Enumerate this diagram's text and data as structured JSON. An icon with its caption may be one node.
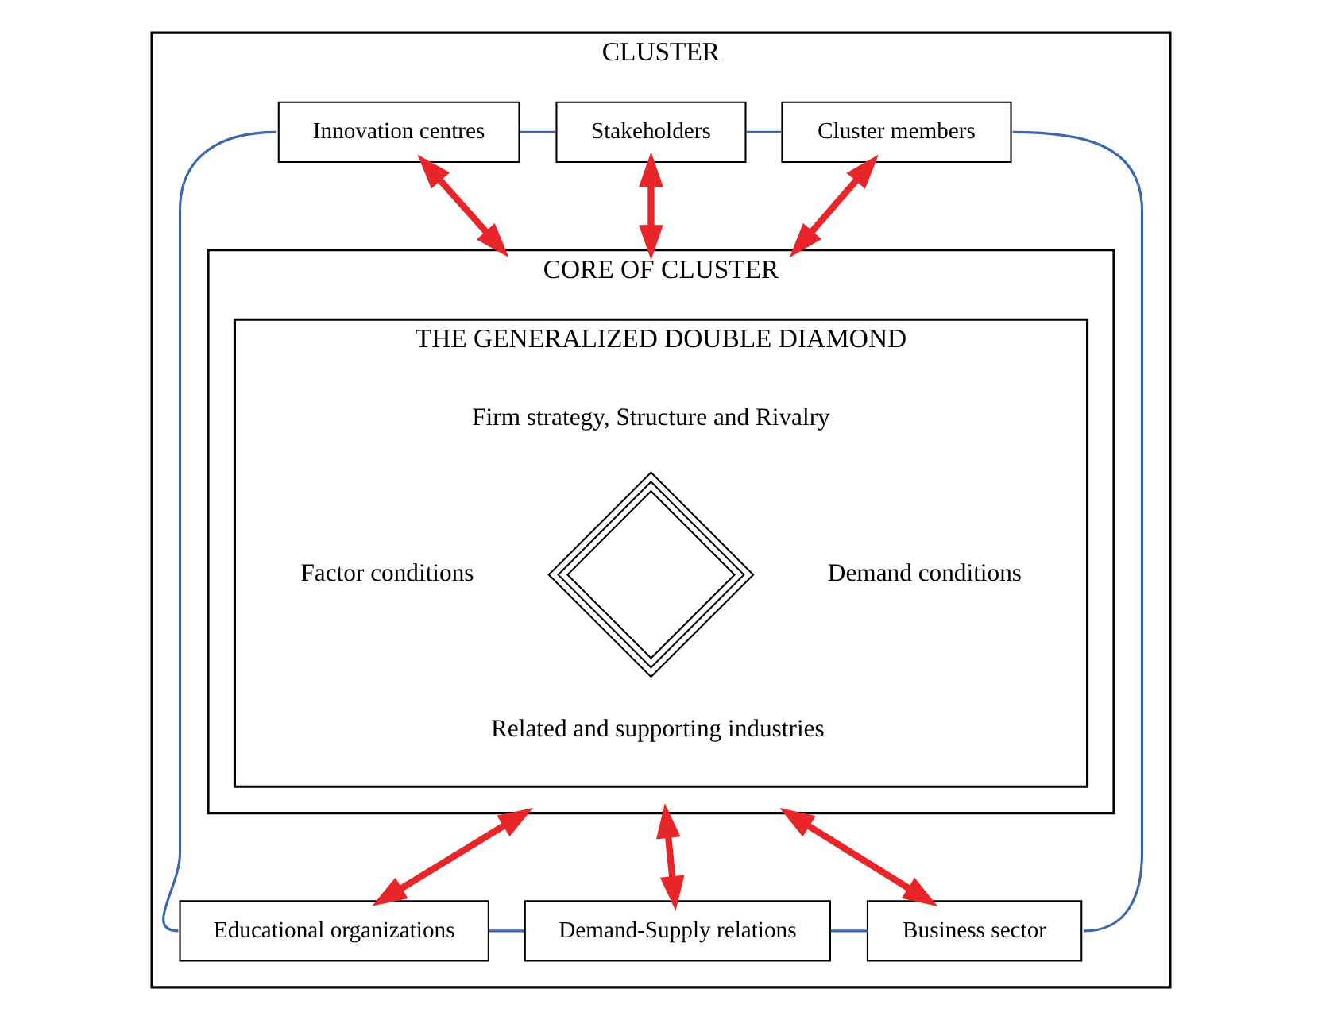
{
  "diagram": {
    "nodes": [
      {
        "text": [
          "CLUSTER"
        ]
      },
      {
        "text": [
          "Innovation centres"
        ],
        "in": 0
      },
      {
        "text": [
          "Stakeholders"
        ],
        "in": 0
      },
      {
        "text": [
          "Cluster members"
        ],
        "in": 0
      },
      {
        "text": [
          "CORE OF CLUSTER"
        ],
        "in": 0
      },
      {
        "text": [
          "THE GENERALIZED DOUBLE DIAMOND"
        ],
        "in": 4
      },
      {
        "text": [],
        "shape": "diamond",
        "in": 5,
        "beside": [
          "Firm strategy, Structure and Rivalry",
          "Factor conditions",
          "Demand conditions",
          "Related and supporting industries"
        ]
      },
      {
        "text": [
          "Educational organizations"
        ],
        "in": 0
      },
      {
        "text": [
          "Demand-Supply relations"
        ],
        "in": 0
      },
      {
        "text": [
          "Business sector"
        ],
        "in": 0
      }
    ],
    "edges": [
      {
        "from": 1,
        "to": 4,
        "arrow": "both",
        "style": "thick",
        "color": "#e8262a"
      },
      {
        "from": 2,
        "to": 4,
        "arrow": "both",
        "style": "thick",
        "color": "#e8262a"
      },
      {
        "from": 3,
        "to": 4,
        "arrow": "both",
        "style": "thick",
        "color": "#e8262a"
      },
      {
        "from": 4,
        "to": 7,
        "arrow": "both",
        "style": "thick",
        "color": "#e8262a"
      },
      {
        "from": 4,
        "to": 8,
        "arrow": "both",
        "style": "thick",
        "color": "#e8262a"
      },
      {
        "from": 4,
        "to": 9,
        "arrow": "both",
        "style": "thick",
        "color": "#e8262a"
      },
      {
        "from": 1,
        "to": 2,
        "arrow": "none",
        "color": "#3a68b0"
      },
      {
        "from": 2,
        "to": 3,
        "arrow": "none",
        "color": "#3a68b0"
      },
      {
        "from": 1,
        "to": 7,
        "arrow": "none",
        "color": "#3a68b0"
      },
      {
        "from": 7,
        "to": 8,
        "arrow": "none",
        "color": "#3a68b0"
      },
      {
        "from": 8,
        "to": 9,
        "arrow": "none",
        "color": "#3a68b0"
      },
      {
        "from": 3,
        "to": 9,
        "arrow": "none",
        "color": "#3a68b0"
      }
    ]
  }
}
